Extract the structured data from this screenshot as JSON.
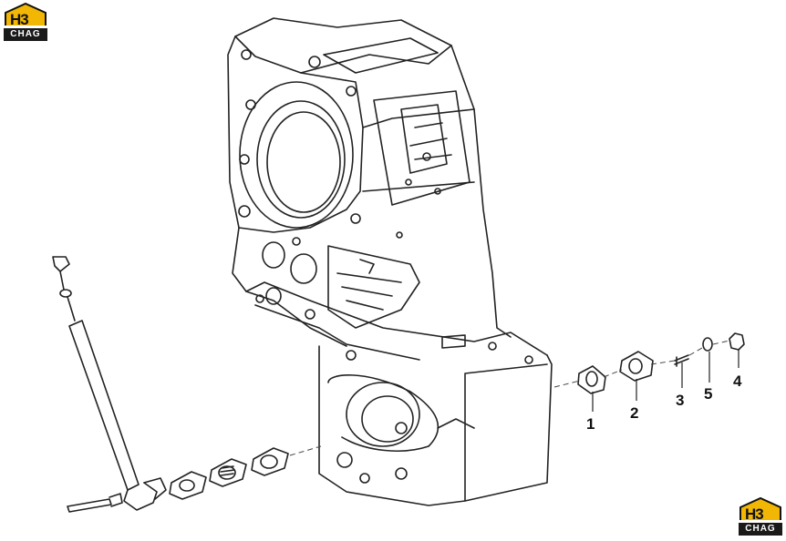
{
  "logo": {
    "mark": "H3",
    "brand": "CHAG"
  },
  "callouts": [
    "1",
    "2",
    "3",
    "5",
    "4"
  ]
}
